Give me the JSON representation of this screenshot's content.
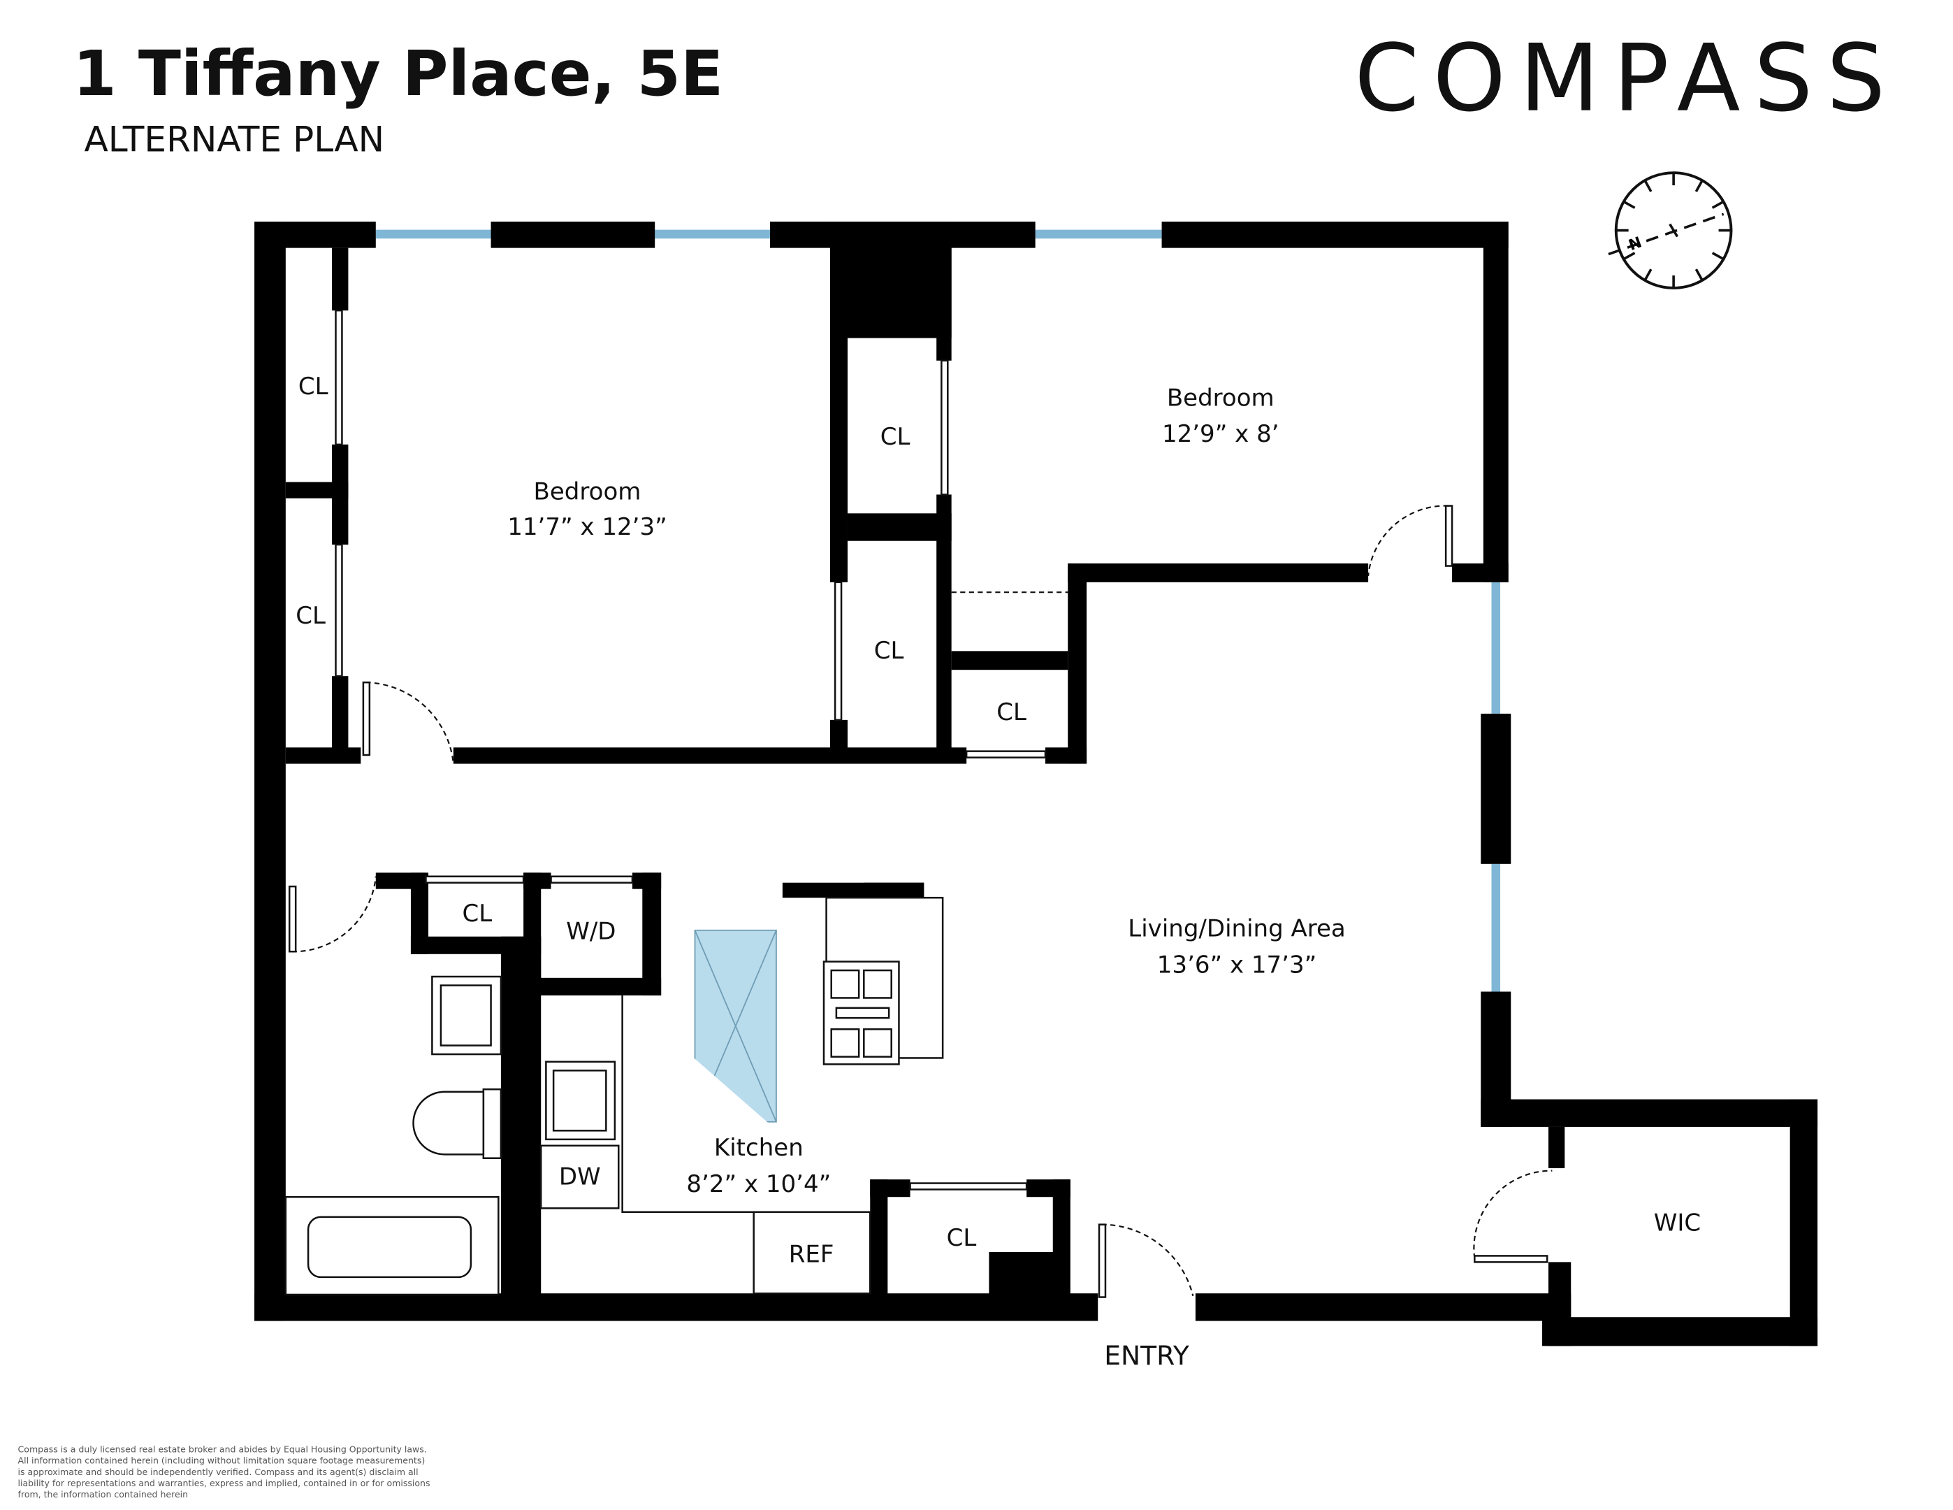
{
  "header": {
    "title": "1 Tiffany Place, 5E",
    "subtitle": "ALTERNATE PLAN"
  },
  "brand": {
    "logo_text": "COMPASS"
  },
  "compass": {
    "north_label": "N"
  },
  "rooms": {
    "bedroom1": {
      "name": "Bedroom",
      "dims": "11’7” x 12’3”"
    },
    "bedroom2": {
      "name": "Bedroom",
      "dims": "12’9” x 8’"
    },
    "living": {
      "name": "Living/Dining Area",
      "dims": "13’6” x 17’3”"
    },
    "kitchen": {
      "name": "Kitchen",
      "dims": "8’2” x 10’4”"
    },
    "closet_label": "CL",
    "wd": "W/D",
    "dw": "DW",
    "ref": "REF",
    "wic": "WIC",
    "entry": "ENTRY"
  },
  "disclaimer": [
    "Compass is a duly licensed real estate broker and abides by Equal Housing Opportunity laws.",
    "All information contained herein (including without limitation square footage measurements)",
    " is approximate and should be independently verified. Compass and its agent(s) disclaim all",
    "liability for representations and warranties, express and implied, contained in or for omissions",
    " from, the information contained herein"
  ],
  "colors": {
    "wall": "#000000",
    "window": "#7fb6d6",
    "skylight": "#b9dcec"
  }
}
